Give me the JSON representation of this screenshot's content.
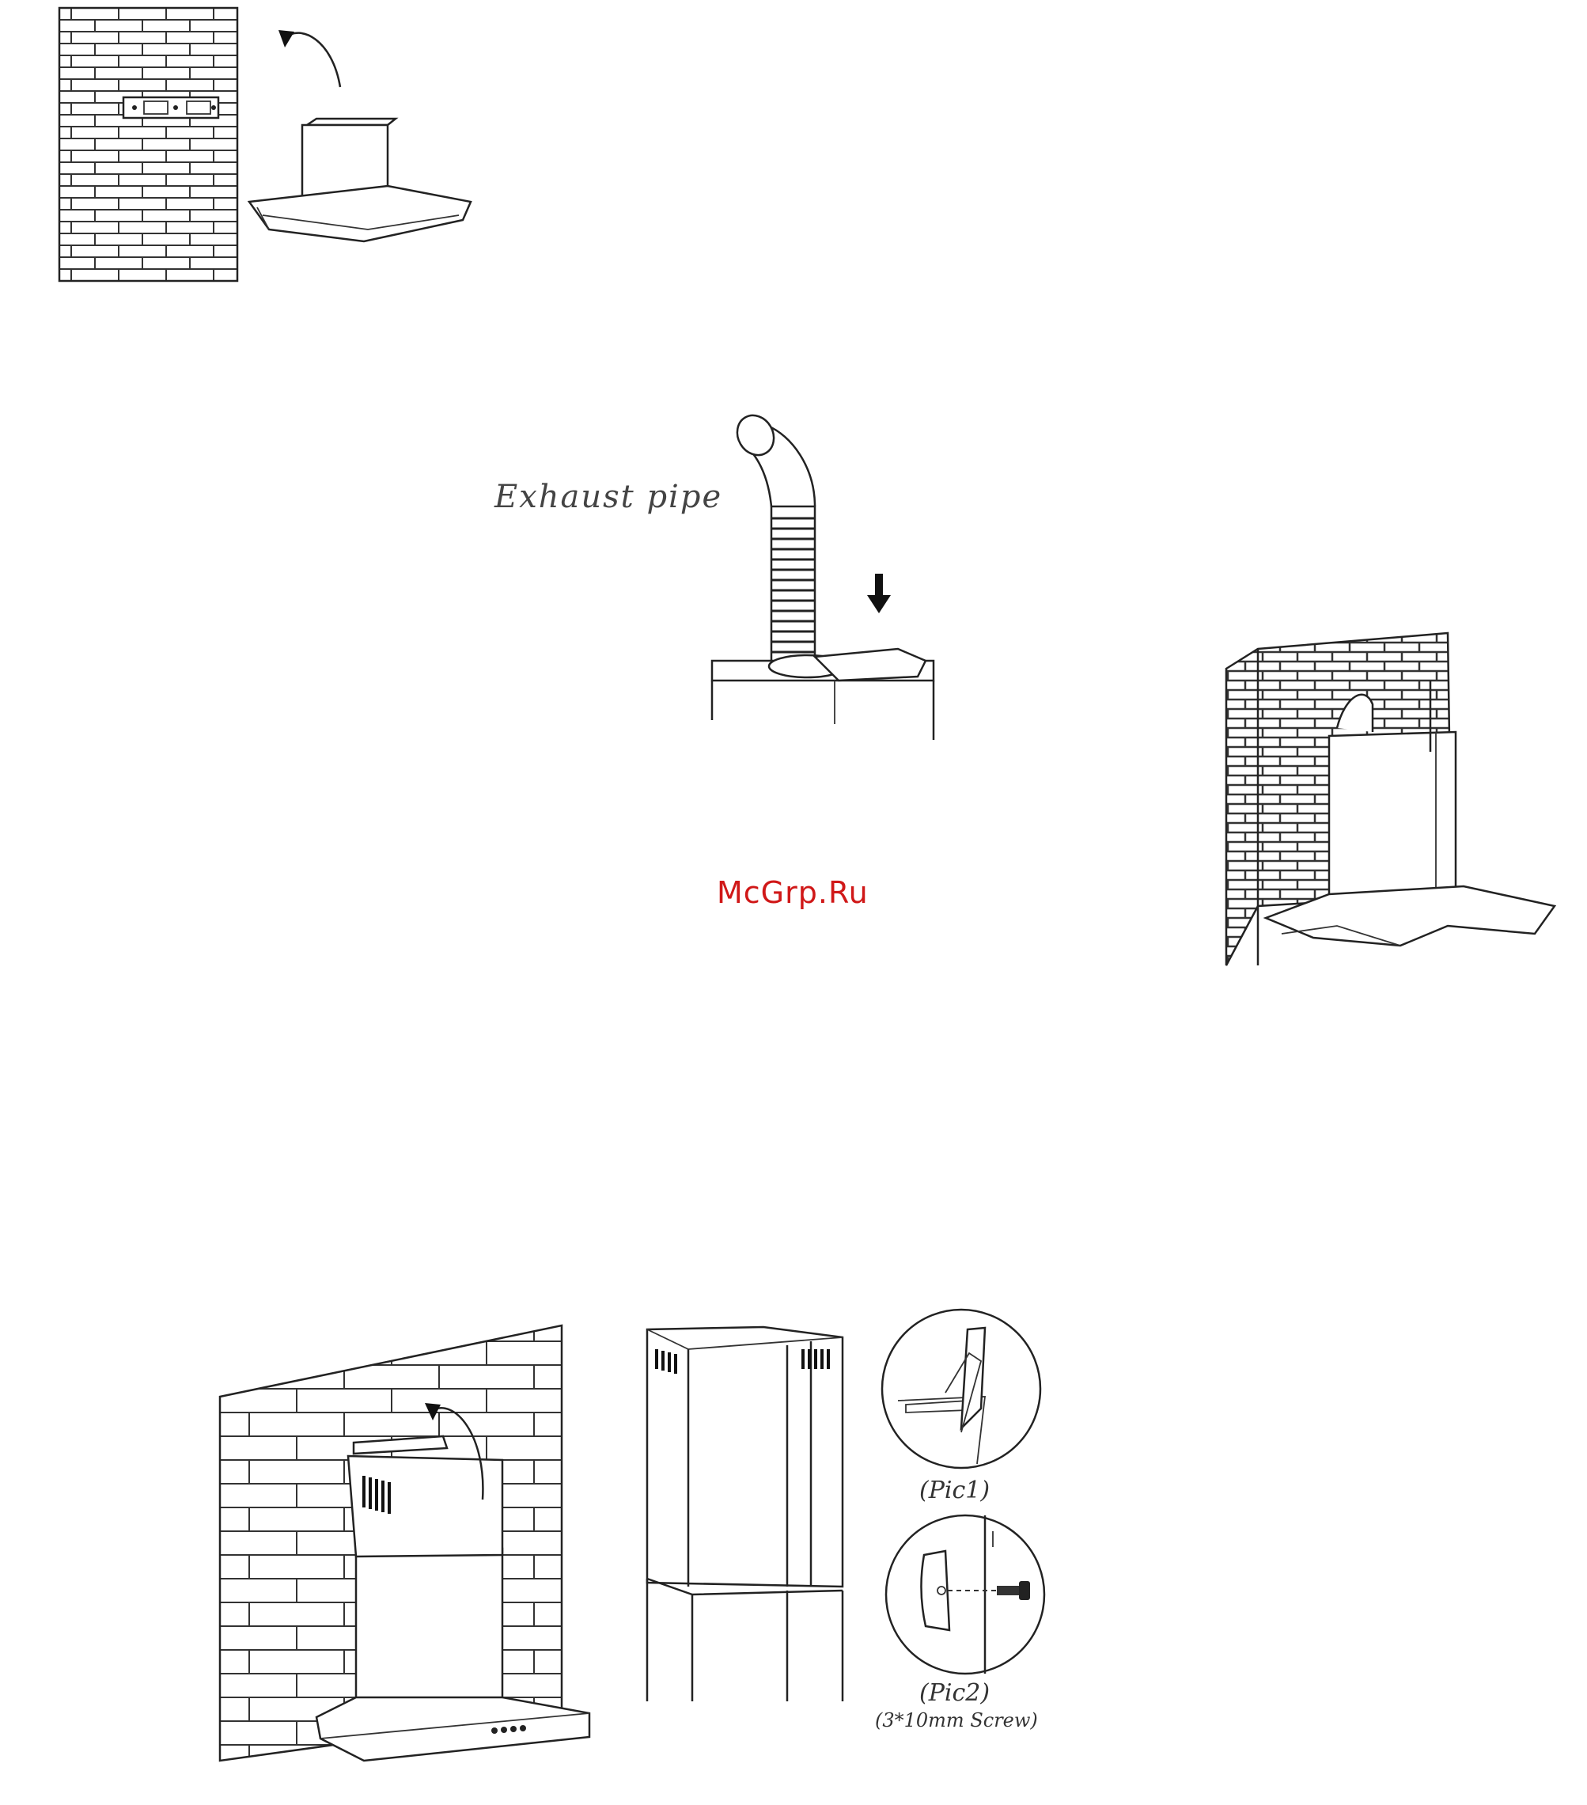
{
  "watermark": "McGrp.Ru",
  "labels": {
    "exhaust_pipe": "Exhaust pipe",
    "pic1": "(Pic1)",
    "pic2": "(Pic2)",
    "screw": "(3*10mm Screw)"
  },
  "colors": {
    "watermark": "#d01818",
    "line": "#222222",
    "background": "#ffffff"
  },
  "figures": [
    {
      "name": "hood-hang-on-wall-bracket",
      "icon": "curved-arrow-icon"
    },
    {
      "name": "exhaust-pipe-attach",
      "icon": "down-arrow-icon"
    },
    {
      "name": "chimney-against-wall"
    },
    {
      "name": "chimney-cover-fitting",
      "icon": "curved-arrow-icon"
    },
    {
      "name": "chimney-frame"
    },
    {
      "name": "detail-pic1"
    },
    {
      "name": "detail-pic2",
      "icon": "screw-icon"
    }
  ]
}
